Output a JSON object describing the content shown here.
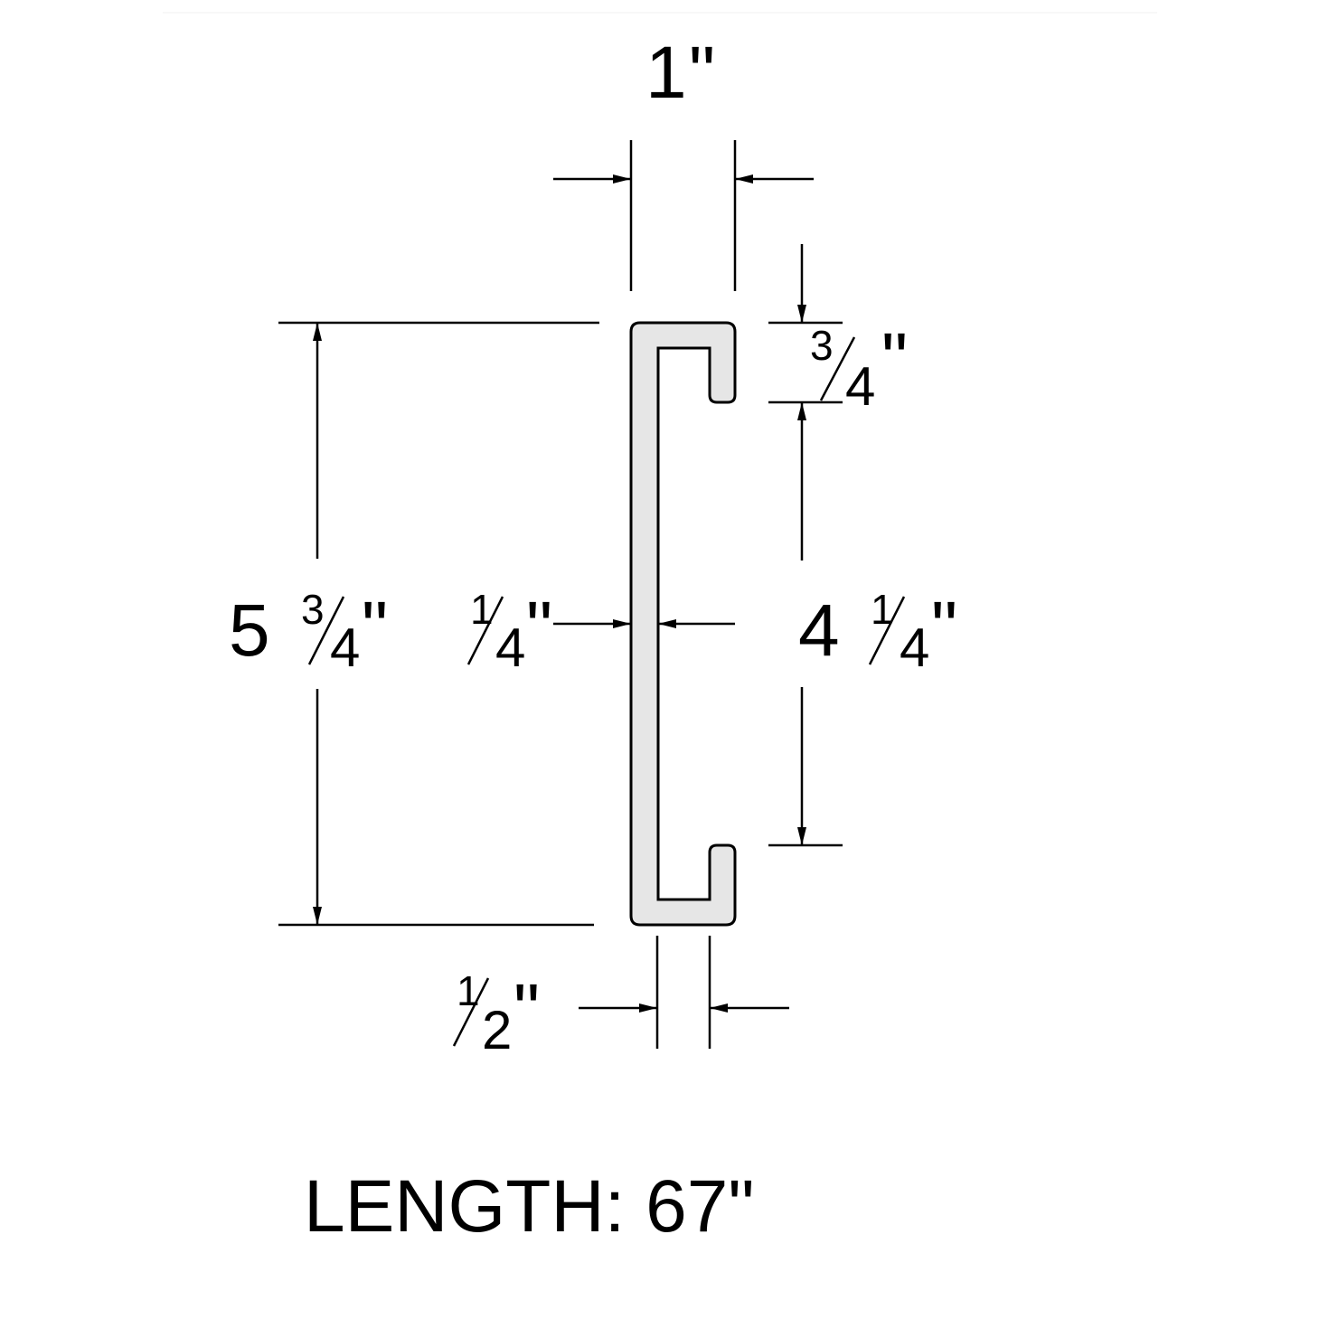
{
  "dimensions": {
    "flange_width": {
      "whole": "1",
      "unit": "\""
    },
    "lip_depth": {
      "num": "3",
      "den": "4",
      "unit": "\""
    },
    "overall_height": {
      "whole": "5",
      "num": "3",
      "den": "4",
      "unit": "\""
    },
    "web_thickness": {
      "num": "1",
      "den": "4",
      "unit": "\""
    },
    "opening_height": {
      "whole": "4",
      "num": "1",
      "den": "4",
      "unit": "\""
    },
    "lip_thickness": {
      "num": "1",
      "den": "2",
      "unit": "\""
    }
  },
  "length_label": "LENGTH: 67\"",
  "colors": {
    "profile_fill": "#e6e6e6",
    "line": "#000000"
  }
}
